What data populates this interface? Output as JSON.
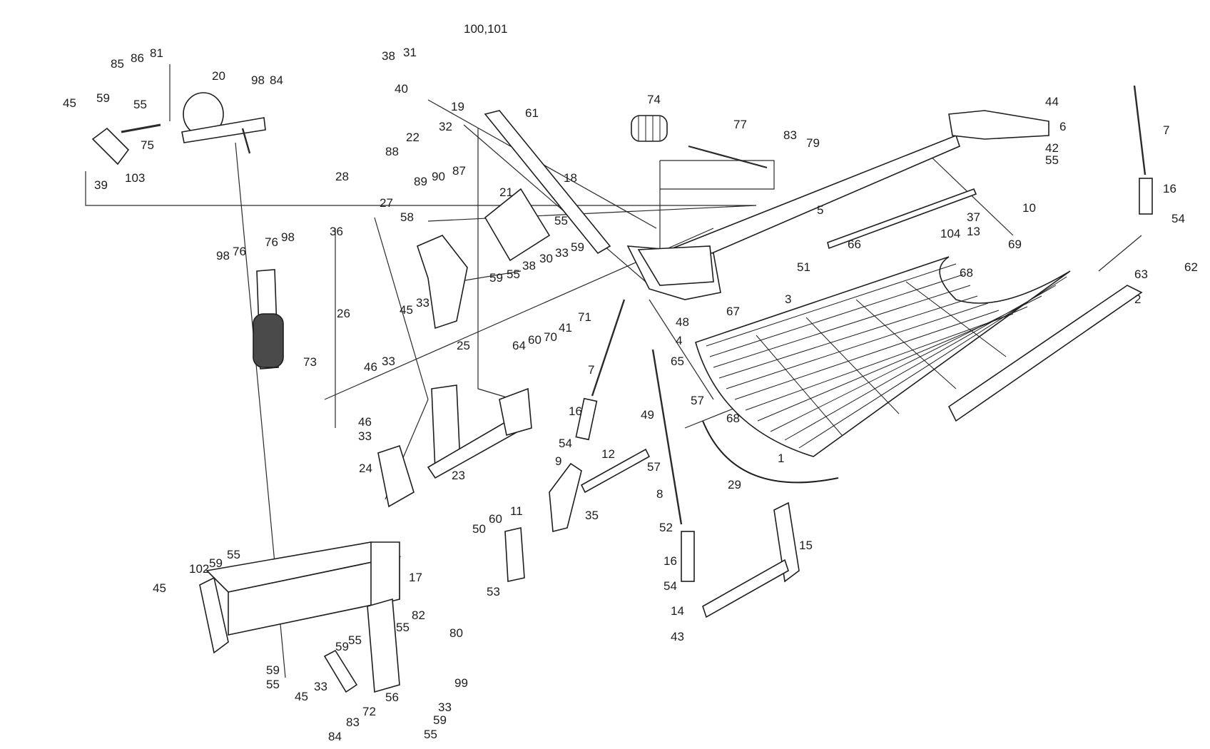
{
  "callouts": {
    "c85": "85",
    "c86": "86",
    "c81": "81",
    "c20": "20",
    "c98a": "98",
    "c84a": "84",
    "c45a": "45",
    "c59a": "59",
    "c55a": "55",
    "c75": "75",
    "c39": "39",
    "c103": "103",
    "c38a": "38",
    "c31": "31",
    "c100": "100,101",
    "c40": "40",
    "c19": "19",
    "c61": "61",
    "c32": "32",
    "c22": "22",
    "c88": "88",
    "c89": "89",
    "c90": "90",
    "c87": "87",
    "c18": "18",
    "c28": "28",
    "c36": "36",
    "c27": "27",
    "c58": "58",
    "c21": "21",
    "c55b": "55",
    "c33a": "33",
    "c59b": "59",
    "c38b": "38",
    "c30": "30",
    "c98b": "98",
    "c76a": "76",
    "c76b": "76",
    "c98c": "98",
    "c26": "26",
    "c45b": "45",
    "c33b": "33",
    "c59c": "59",
    "c55c": "55",
    "c64": "64",
    "c60a": "60",
    "c70": "70",
    "c41": "41",
    "c71": "71",
    "c25": "25",
    "c73": "73",
    "c46a": "46",
    "c33c": "33",
    "c74": "74",
    "c77": "77",
    "c83a": "83",
    "c79": "79",
    "c44": "44",
    "c6": "6",
    "c42": "42",
    "c55d": "55",
    "c7a": "7",
    "c16a": "16",
    "c54a": "54",
    "c62": "62",
    "c63": "63",
    "c2": "2",
    "c5": "5",
    "c104": "104",
    "c66": "66",
    "c37": "37",
    "c13": "13",
    "c10": "10",
    "c69": "69",
    "c68a": "68",
    "c51": "51",
    "c3": "3",
    "c67": "67",
    "c48": "48",
    "c4": "4",
    "c65": "65",
    "c57a": "57",
    "c68b": "68",
    "c1": "1",
    "c29": "29",
    "c15": "15",
    "c7b": "7",
    "c16b": "16",
    "c54b": "54",
    "c9": "9",
    "c12": "12",
    "c57b": "57",
    "c49": "49",
    "c35": "35",
    "c8": "8",
    "c52": "52",
    "c16c": "16",
    "c54c": "54",
    "c14": "14",
    "c43": "43",
    "c11": "11",
    "c60b": "60",
    "c50": "50",
    "c53": "53",
    "c46b": "46",
    "c33d": "33",
    "c24": "24",
    "c23": "23",
    "c102": "102",
    "c59d": "59",
    "c55e": "55",
    "c45c": "45",
    "c17": "17",
    "c82": "82",
    "c55f": "55",
    "c80": "80",
    "c59e": "59",
    "c55g": "55",
    "c59f": "59",
    "c55h": "55",
    "c45d": "45",
    "c33e": "33",
    "c99": "99",
    "c56": "56",
    "c72": "72",
    "c83b": "83",
    "c84b": "84",
    "c33f": "33",
    "c59g": "59",
    "c55i": "55"
  }
}
